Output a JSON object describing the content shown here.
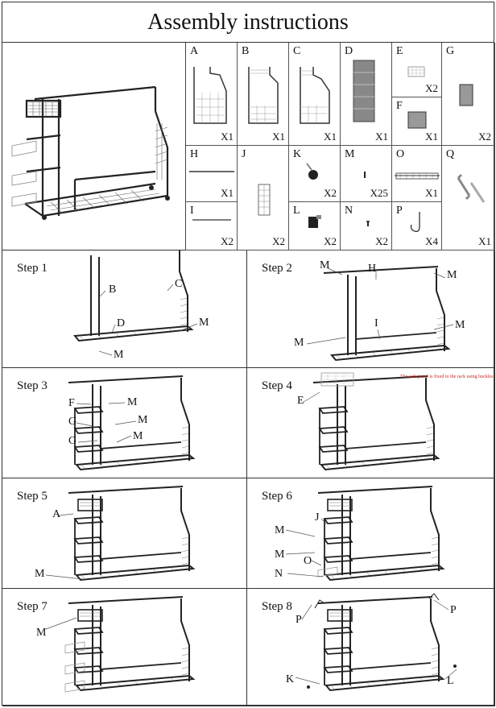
{
  "title": "Assembly instructions",
  "parts": [
    {
      "letter": "A",
      "qty": "X1"
    },
    {
      "letter": "B",
      "qty": "X1"
    },
    {
      "letter": "C",
      "qty": "X1"
    },
    {
      "letter": "D",
      "qty": "X1"
    },
    {
      "letter": "E",
      "qty": "X2"
    },
    {
      "letter": "F",
      "qty": "X1"
    },
    {
      "letter": "G",
      "qty": "X2"
    },
    {
      "letter": "H",
      "qty": "X1"
    },
    {
      "letter": "I",
      "qty": "X2"
    },
    {
      "letter": "J",
      "qty": "X2"
    },
    {
      "letter": "K",
      "qty": "X2"
    },
    {
      "letter": "L",
      "qty": "X2"
    },
    {
      "letter": "M",
      "qty": "X25"
    },
    {
      "letter": "N",
      "qty": "X2"
    },
    {
      "letter": "O",
      "qty": "X1"
    },
    {
      "letter": "P",
      "qty": "X4"
    },
    {
      "letter": "Q",
      "qty": "X1"
    }
  ],
  "steps": [
    {
      "label": "Step 1",
      "callouts": [
        "B",
        "C",
        "D",
        "M",
        "M"
      ]
    },
    {
      "label": "Step 2",
      "callouts": [
        "M",
        "H",
        "M",
        "M",
        "I",
        "M"
      ]
    },
    {
      "label": "Step 3",
      "callouts": [
        "F",
        "M",
        "G",
        "M",
        "G",
        "M"
      ]
    },
    {
      "label": "Step 4",
      "callouts": [
        "E"
      ],
      "note": "The side panel is fixed to the rack using buckles"
    },
    {
      "label": "Step 5",
      "callouts": [
        "A",
        "M"
      ]
    },
    {
      "label": "Step 6",
      "callouts": [
        "J",
        "M",
        "M",
        "O",
        "N"
      ]
    },
    {
      "label": "Step 7",
      "callouts": [
        "M"
      ]
    },
    {
      "label": "Step 8",
      "callouts": [
        "P",
        "P",
        "K",
        "L"
      ]
    }
  ]
}
